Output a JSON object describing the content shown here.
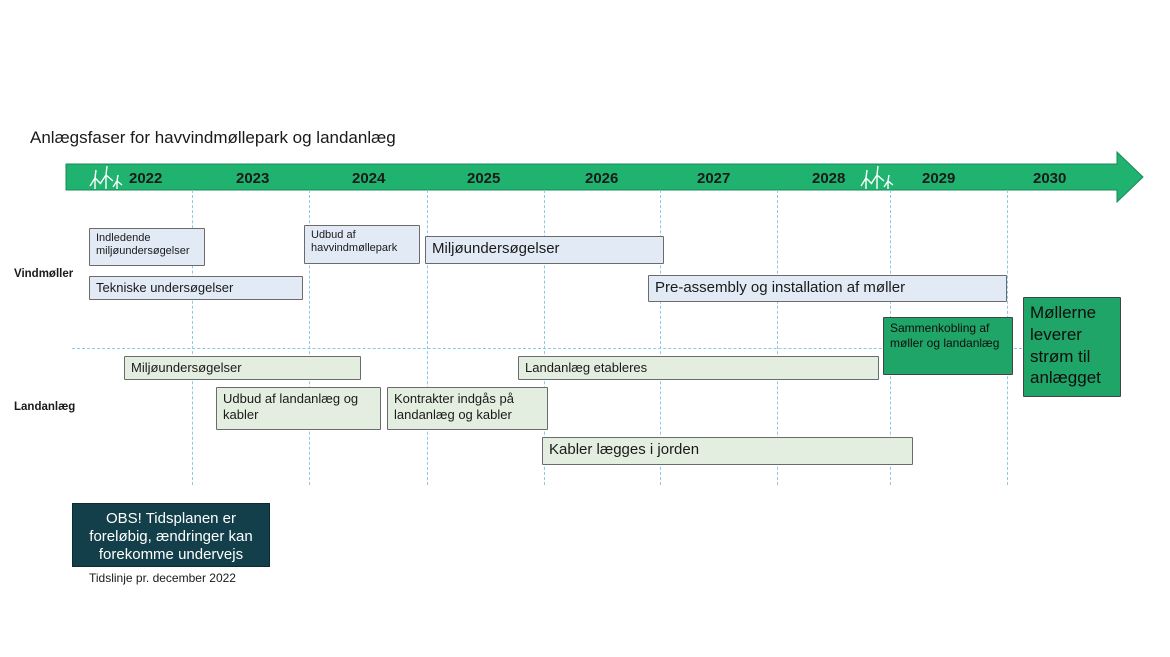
{
  "title": "Anlægsfaser for havvindmøllepark og landanlæg",
  "colors": {
    "timeline_arrow": "#1fb36f",
    "blue_box": "#e2ebf5",
    "green_box": "#e4eee0",
    "dark_green_box": "#1fa567",
    "note_box": "#123f4a"
  },
  "timeline": {
    "years": [
      "2022",
      "2023",
      "2024",
      "2025",
      "2026",
      "2027",
      "2028",
      "2029",
      "2030"
    ],
    "icons": [
      "wind-turbine-icon",
      "wind-turbine-icon"
    ]
  },
  "rows": {
    "vindmoller": "Vindmøller",
    "landanlaeg": "Landanlæg"
  },
  "vindmoller_tasks": {
    "indledende": "Indledende miljøundersøgelser",
    "udbud_hav": "Udbud af havvindmøllepark",
    "miljo": "Miljøundersøgelser",
    "tekniske": "Tekniske undersøgelser",
    "preassembly": "Pre-assembly og installation af møller",
    "sammenkobling": "Sammenkobling af møller og landanlæg",
    "levering": "Møllerne leverer strøm til anlægget"
  },
  "landanlaeg_tasks": {
    "miljo": "Miljøundersøgelser",
    "etableres": "Landanlæg etableres",
    "udbud_land": "Udbud af landanlæg og kabler",
    "kontrakter": "Kontrakter indgås på landanlæg og kabler",
    "kabler": "Kabler lægges i jorden"
  },
  "note": "OBS! Tidsplanen er foreløbig, ændringer kan forekomme undervejs",
  "footer": "Tidslinje pr. december 2022"
}
